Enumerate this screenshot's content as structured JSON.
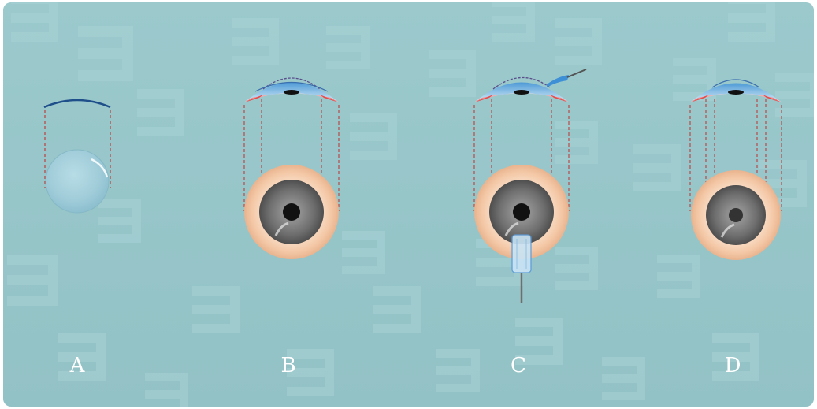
{
  "panels": [
    {
      "id": "A",
      "label": "A"
    },
    {
      "id": "B",
      "label": "B"
    },
    {
      "id": "C",
      "label": "C"
    },
    {
      "id": "D",
      "label": "D"
    }
  ],
  "colors": {
    "background": "#96c5c9",
    "watermark": "#a9d3d6",
    "lens_arc": "#1f4f8a",
    "guide_dash": "#b74a4a",
    "cornea_gradient_top": "#5aa3d8",
    "cornea_gradient_bottom": "#cfe8f5",
    "sclera_flap": "#f08a8a",
    "iris": "#6b6b6b",
    "eyeball_skin": "#f5cfb2",
    "pupil": "#111111"
  }
}
